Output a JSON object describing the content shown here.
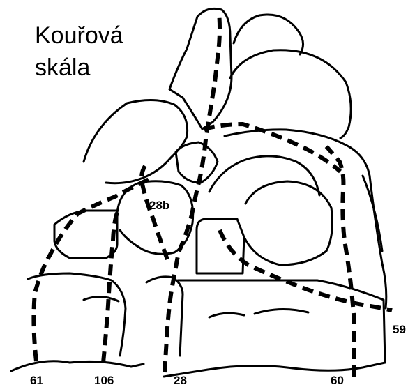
{
  "title": {
    "line1": "Kouřová",
    "line2": "skála"
  },
  "colors": {
    "ink": "#000000",
    "background": "#ffffff"
  },
  "routes": [
    {
      "id": "61",
      "label": "61"
    },
    {
      "id": "106",
      "label": "106"
    },
    {
      "id": "28",
      "label": "28"
    },
    {
      "id": "28b",
      "label": "28b"
    },
    {
      "id": "60",
      "label": "60"
    },
    {
      "id": "59",
      "label": "59"
    }
  ]
}
